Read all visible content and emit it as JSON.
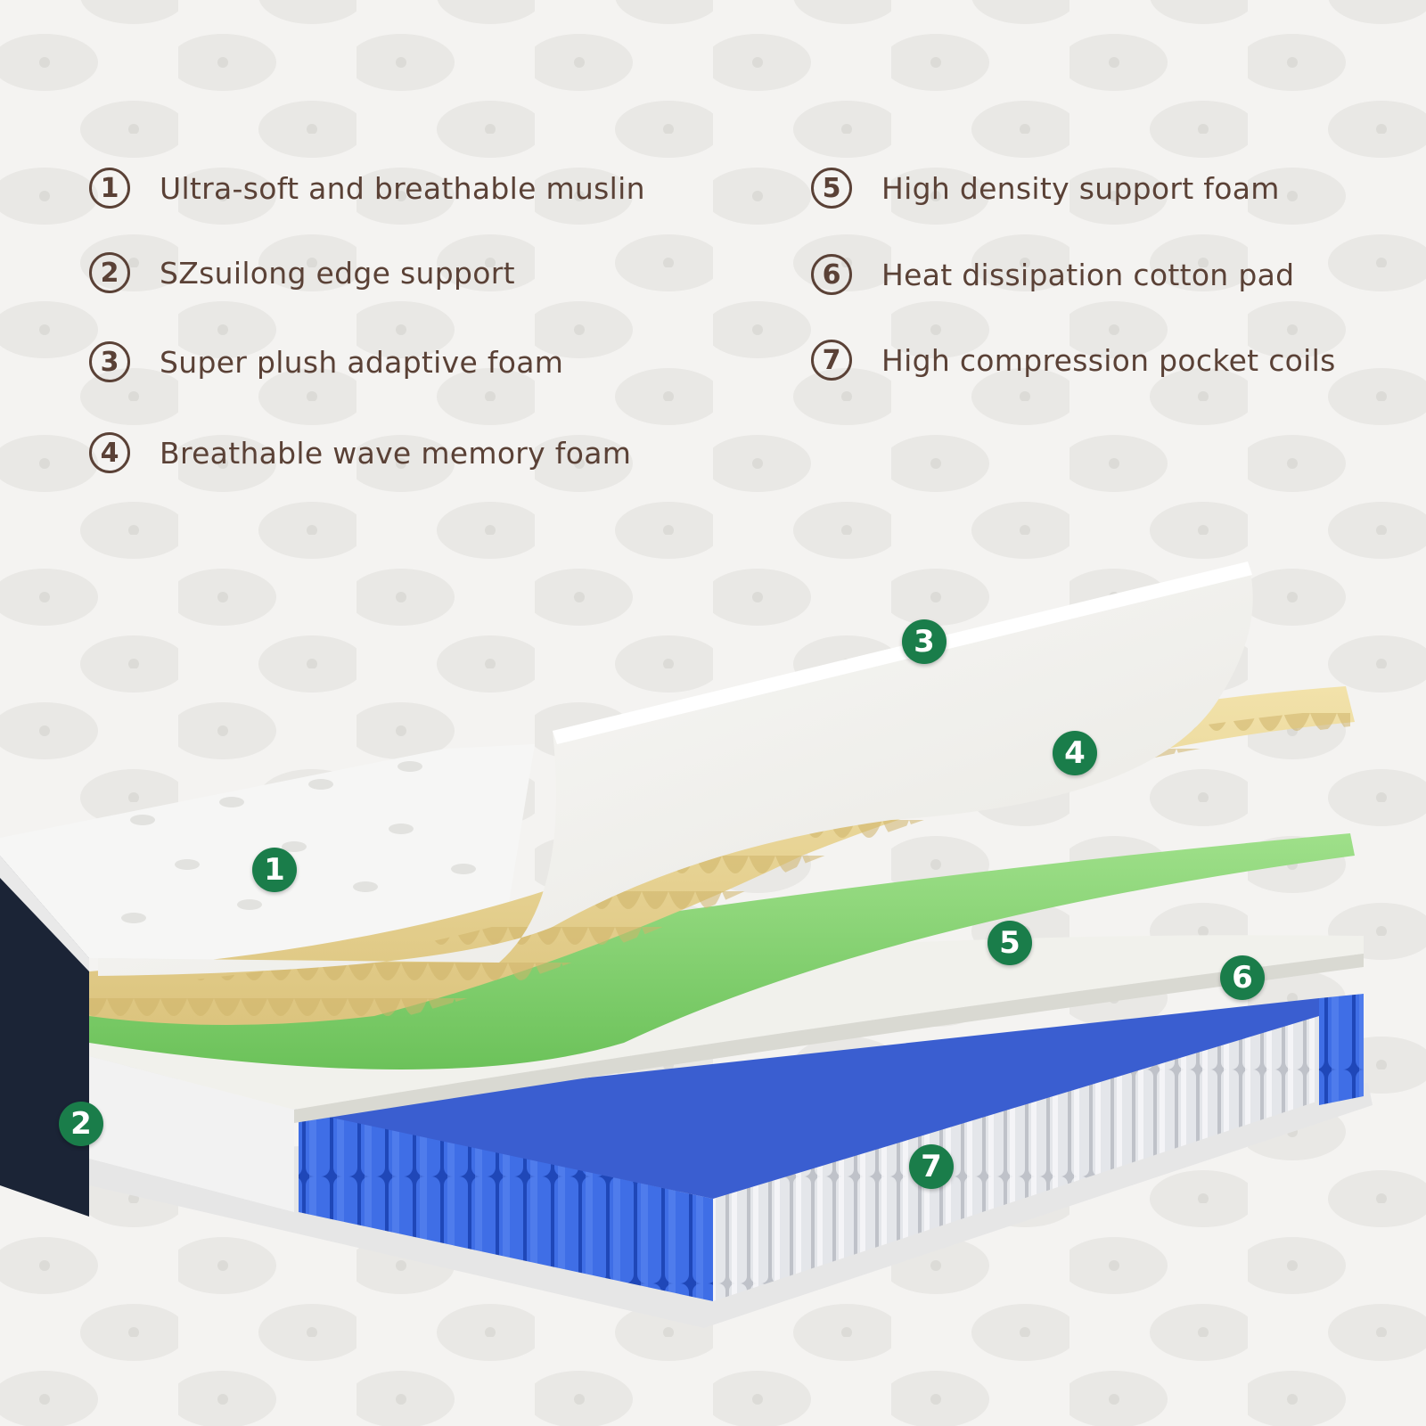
{
  "legend": [
    {
      "number": "1",
      "label": "Ultra-soft and breathable muslin"
    },
    {
      "number": "2",
      "label": "SZsuilong edge support"
    },
    {
      "number": "3",
      "label": "Super plush adaptive foam"
    },
    {
      "number": "4",
      "label": "Breathable wave memory foam"
    },
    {
      "number": "5",
      "label": "High density support foam"
    },
    {
      "number": "6",
      "label": "Heat dissipation cotton pad"
    },
    {
      "number": "7",
      "label": "High compression pocket coils"
    }
  ],
  "badges": [
    "1",
    "2",
    "3",
    "4",
    "5",
    "6",
    "7"
  ],
  "colors": {
    "text": "#5a4136",
    "badge": "#1a7d4a",
    "adaptive_foam": "#f7f6f3",
    "wave_foam": "#e9d69c",
    "support_foam": "#8ed47a",
    "cotton_pad": "#f1f1ec",
    "pocket_coils": "#2f5fd6",
    "edge_band": "#1b2436"
  }
}
